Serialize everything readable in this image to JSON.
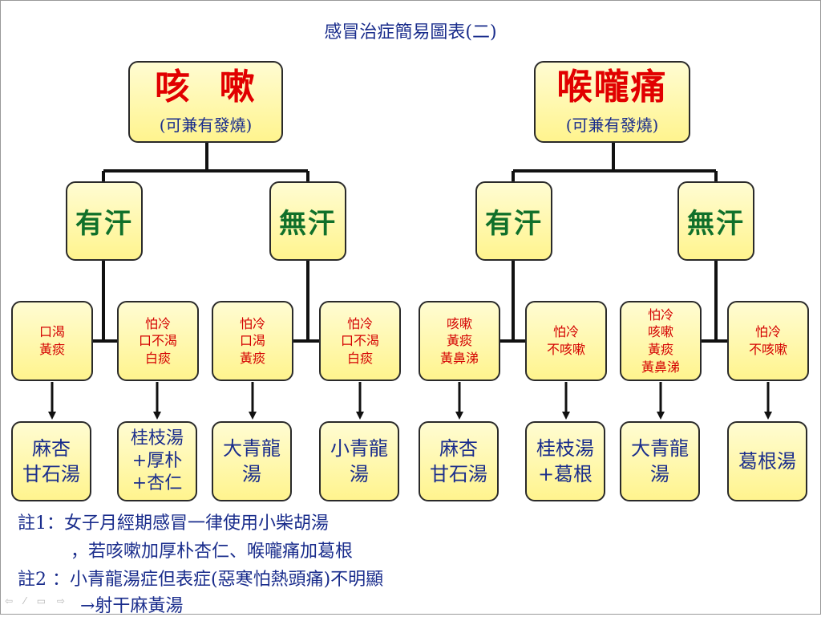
{
  "title": "感冒治症簡易圖表(二)",
  "left": {
    "top_main": "咳  嗽",
    "top_sub": "(可兼有發燒)",
    "sweat_yes": "有汗",
    "sweat_no": "無汗",
    "symptoms": [
      [
        "口渴",
        "黃痰"
      ],
      [
        "怕冷",
        "口不渴",
        "白痰"
      ],
      [
        "怕冷",
        "口渴",
        "黃痰"
      ],
      [
        "怕冷",
        "口不渴",
        "白痰"
      ]
    ],
    "remedies": [
      [
        "麻杏",
        "甘石湯"
      ],
      [
        "桂枝湯",
        "+厚朴",
        "+杏仁"
      ],
      [
        "大青龍",
        "湯"
      ],
      [
        "小青龍",
        "湯"
      ]
    ]
  },
  "right": {
    "top_main": "喉嚨痛",
    "top_sub": "(可兼有發燒)",
    "sweat_yes": "有汗",
    "sweat_no": "無汗",
    "symptoms": [
      [
        "咳嗽",
        "黃痰",
        "黃鼻涕"
      ],
      [
        "怕冷",
        "不咳嗽"
      ],
      [
        "怕冷",
        "咳嗽",
        "黃痰",
        "黃鼻涕"
      ],
      [
        "怕冷",
        "不咳嗽"
      ]
    ],
    "remedies": [
      [
        "麻杏",
        "甘石湯"
      ],
      [
        "桂枝湯",
        "+葛根"
      ],
      [
        "大青龍",
        "湯"
      ],
      [
        "葛根湯"
      ]
    ]
  },
  "notes": [
    "註1：女子月經期感冒一律使用小柴胡湯",
    "，若咳嗽加厚朴杏仁、喉嚨痛加葛根",
    "註2 ：小青龍湯症但表症(惡寒怕熱頭痛)不明顯",
    "→射干麻黃湯"
  ],
  "nav_icons": "⇦ ⁄ ▭ ⇨",
  "colors": {
    "box_fill_top": "#fffcd2",
    "box_fill_bottom": "#fff48e",
    "red": "#e10000",
    "green": "#10702a",
    "blue": "#1a2d8c"
  }
}
